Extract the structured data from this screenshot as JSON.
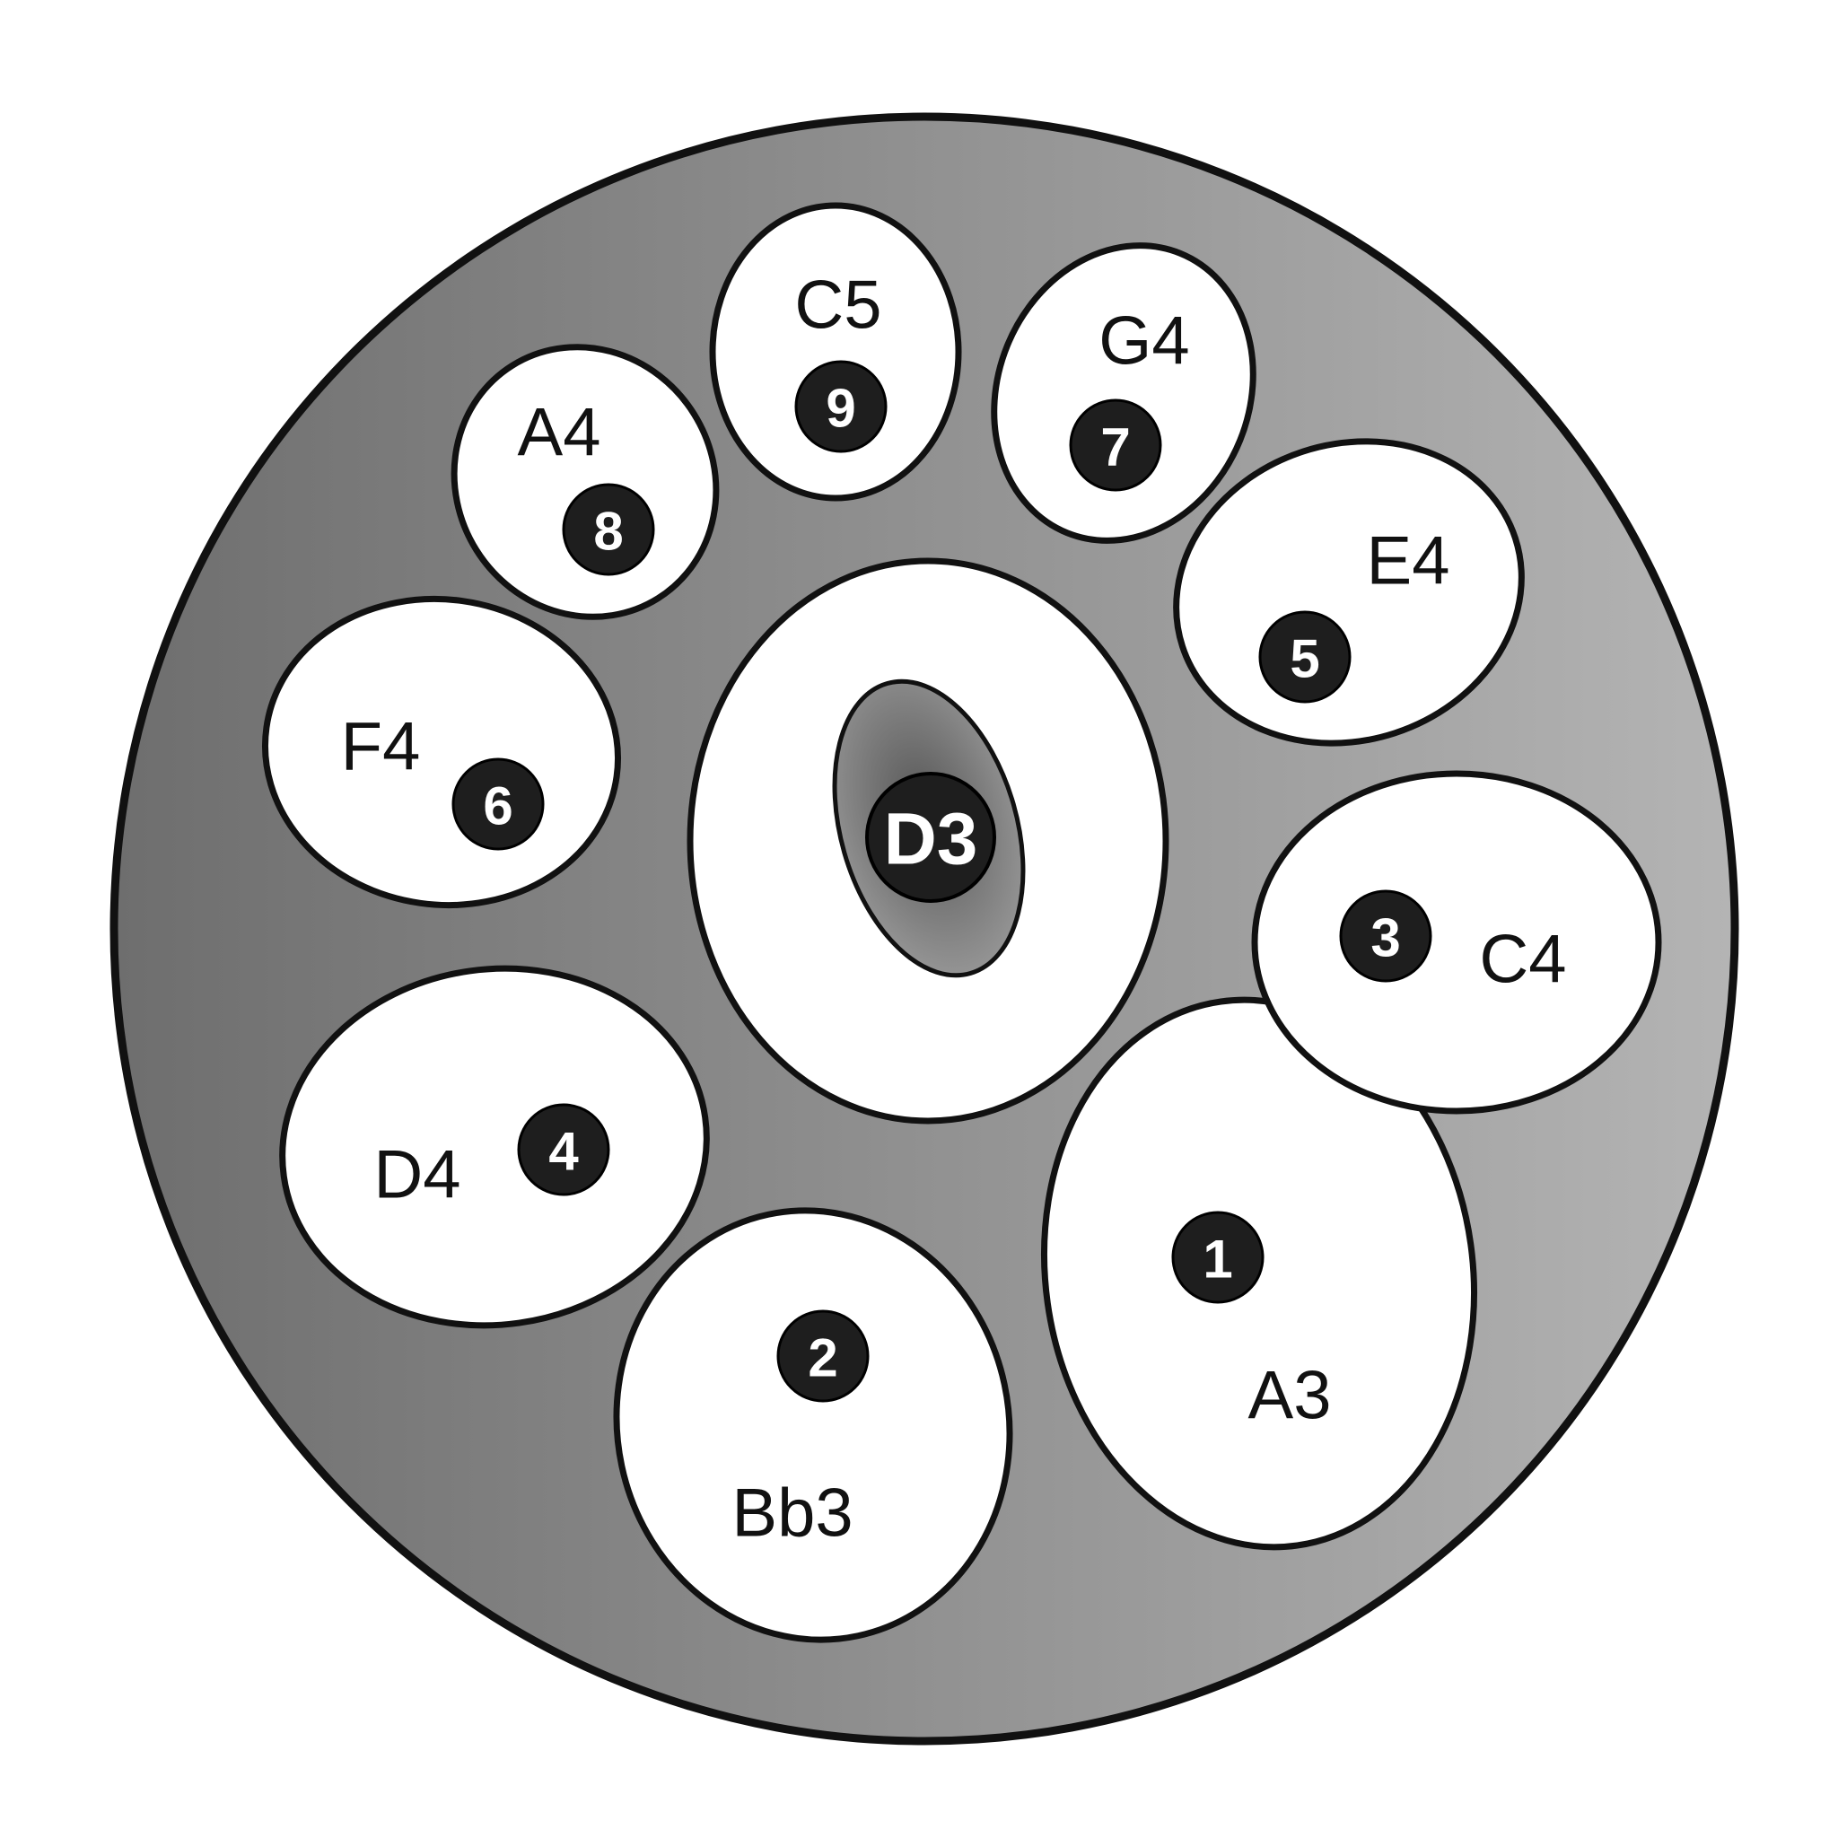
{
  "diagram": {
    "center_note": {
      "note": "D3"
    },
    "tone_fields": [
      {
        "id": "a3",
        "note": "A3",
        "number": "1"
      },
      {
        "id": "bb3",
        "note": "Bb3",
        "number": "2"
      },
      {
        "id": "c4",
        "note": "C4",
        "number": "3"
      },
      {
        "id": "d4",
        "note": "D4",
        "number": "4"
      },
      {
        "id": "e4",
        "note": "E4",
        "number": "5"
      },
      {
        "id": "f4",
        "note": "F4",
        "number": "6"
      },
      {
        "id": "g4",
        "note": "G4",
        "number": "7"
      },
      {
        "id": "a4",
        "note": "A4",
        "number": "8"
      },
      {
        "id": "c5",
        "note": "C5",
        "number": "9"
      }
    ],
    "colors": {
      "body_light": "#b4b4b4",
      "body_dark": "#6e6e6e",
      "outline": "#111111",
      "tone_field": "#ffffff",
      "badge": "#1e1e1e"
    }
  }
}
